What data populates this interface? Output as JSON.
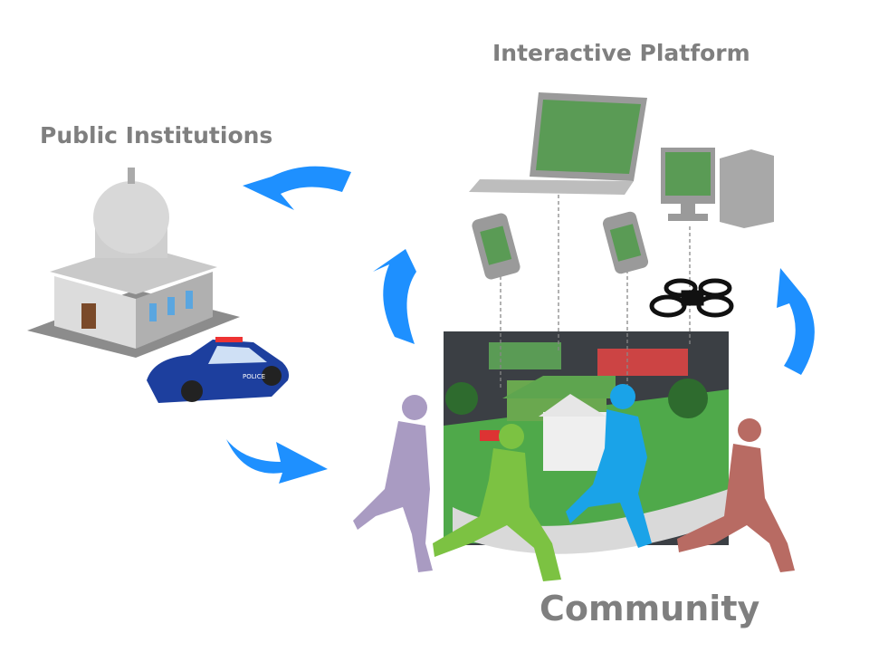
{
  "labels": {
    "interactive_platform": "Interactive Platform",
    "public_institutions": "Public Institutions",
    "community": "Community"
  },
  "car_text": "POLICE",
  "colors": {
    "label_gray": "#7f7f7f",
    "arrow_blue": "#1e90ff",
    "runner_purple": "#a99bc2",
    "runner_green": "#7cc242",
    "runner_blue": "#1aa3e8",
    "runner_red": "#b86b63"
  }
}
